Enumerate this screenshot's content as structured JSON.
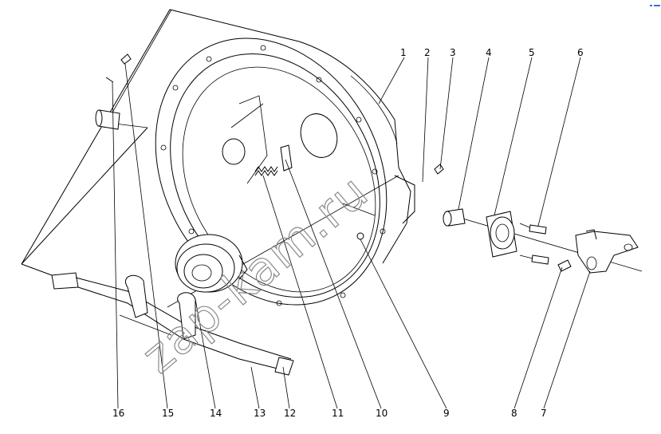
{
  "callouts": [
    {
      "n": "1"
    },
    {
      "n": "2"
    },
    {
      "n": "3"
    },
    {
      "n": "4"
    },
    {
      "n": "5"
    },
    {
      "n": "6"
    },
    {
      "n": "16"
    },
    {
      "n": "15"
    },
    {
      "n": "14"
    },
    {
      "n": "13"
    },
    {
      "n": "12"
    },
    {
      "n": "11"
    },
    {
      "n": "10"
    },
    {
      "n": "9"
    },
    {
      "n": "8"
    },
    {
      "n": "7"
    }
  ],
  "watermark": "zap-kam.ru"
}
